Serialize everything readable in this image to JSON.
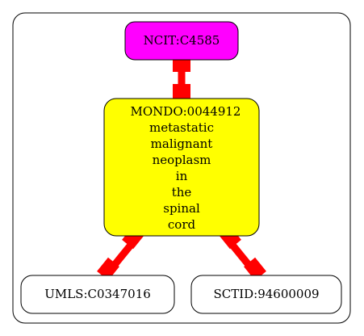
{
  "nodes": {
    "ncit": {
      "label": "NCIT:C4585",
      "fill": "#ff00ff"
    },
    "mondo": {
      "lines": [
        "MONDO:0044912",
        "metastatic",
        "malignant",
        "neoplasm",
        "in",
        "the",
        "spinal",
        "cord"
      ],
      "fill": "#ffff00"
    },
    "umls": {
      "label": "UMLS:C0347016",
      "fill": "#ffffff"
    },
    "sctid": {
      "label": "SCTID:94600009",
      "fill": "#ffffff"
    }
  },
  "edges": [
    {
      "from": "ncit",
      "to": "mondo",
      "color": "#ff0000"
    },
    {
      "from": "mondo",
      "to": "umls",
      "color": "#ff0000"
    },
    {
      "from": "mondo",
      "to": "sctid",
      "color": "#ff0000"
    }
  ],
  "colors": {
    "cluster_border": "#000000",
    "node_border": "#000000",
    "edge": "#ff0000"
  }
}
